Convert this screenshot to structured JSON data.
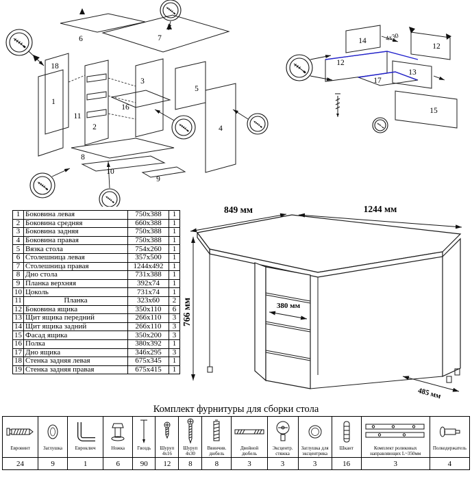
{
  "parts_table": {
    "rows": [
      {
        "num": "1",
        "name": "Боковина левая",
        "size": "750x388",
        "qty": "1"
      },
      {
        "num": "2",
        "name": "Боковина средняя",
        "size": "660x388",
        "qty": "1"
      },
      {
        "num": "3",
        "name": "Боковина задняя",
        "size": "750x388",
        "qty": "1"
      },
      {
        "num": "4",
        "name": "Боковина правая",
        "size": "750x388",
        "qty": "1"
      },
      {
        "num": "5",
        "name": "Вязка стола",
        "size": "754x260",
        "qty": "1"
      },
      {
        "num": "6",
        "name": "Столешница левая",
        "size": "357x500",
        "qty": "1"
      },
      {
        "num": "7",
        "name": "Столешница правая",
        "size": "1244x492",
        "qty": "1"
      },
      {
        "num": "8",
        "name": "Дно стола",
        "size": "731x388",
        "qty": "1"
      },
      {
        "num": "9",
        "name": "Планка верхняя",
        "size": "392x74",
        "qty": "1"
      },
      {
        "num": "10",
        "name": "Цоколь",
        "size": "731x74",
        "qty": "1"
      },
      {
        "num": "11",
        "name": "Планка",
        "size": "323x60",
        "qty": "2"
      },
      {
        "num": "12",
        "name": "Боковина ящика",
        "size": "350x110",
        "qty": "6"
      },
      {
        "num": "13",
        "name": "Щит ящика передний",
        "size": "266x110",
        "qty": "3"
      },
      {
        "num": "14",
        "name": "Щит ящика задний",
        "size": "266x110",
        "qty": "3"
      },
      {
        "num": "15",
        "name": "Фасад ящика",
        "size": "350x200",
        "qty": "3"
      },
      {
        "num": "16",
        "name": "Полка",
        "size": "380x392",
        "qty": "1"
      },
      {
        "num": "17",
        "name": "Дно ящика",
        "size": "346x295",
        "qty": "3"
      },
      {
        "num": "18",
        "name": "Стенка задняя левая",
        "size": "675x345",
        "qty": "1"
      },
      {
        "num": "19",
        "name": "Стенка задняя правая",
        "size": "675x415",
        "qty": "1"
      }
    ]
  },
  "desk_dimensions": {
    "left_width": "849 мм",
    "right_width": "1244 мм",
    "niche_width": "380 мм",
    "height": "766 мм",
    "depth": "485 мм"
  },
  "exploded_main": {
    "labels": [
      "6",
      "7",
      "18",
      "1",
      "2",
      "3",
      "16",
      "5",
      "8",
      "10",
      "9",
      "4",
      "11"
    ]
  },
  "exploded_drawer": {
    "labels": [
      "14",
      "12",
      "12",
      "13",
      "17",
      "15"
    ],
    "screw_note": "4x30"
  },
  "hardware": {
    "title": "Комплект фурнитуры для сборки стола",
    "items": [
      {
        "label": "Евровинт",
        "qty": "24"
      },
      {
        "label": "Заглушка",
        "qty": "9"
      },
      {
        "label": "Евроключ",
        "qty": "1"
      },
      {
        "label": "Ножка",
        "qty": "6"
      },
      {
        "label": "Гвоздь",
        "qty": "90"
      },
      {
        "label": "Шуруп 4x16",
        "qty": "12"
      },
      {
        "label": "Шуруп 4x30",
        "qty": "8"
      },
      {
        "label": "Ввинчив. дюбель",
        "qty": "8"
      },
      {
        "label": "Двойной дюбель",
        "qty": "3"
      },
      {
        "label": "Эксцентр. стяжка",
        "qty": "3"
      },
      {
        "label": "Заглушка для эксцентрика",
        "qty": "3"
      },
      {
        "label": "Шкант",
        "qty": "16"
      },
      {
        "label": "Комплект роликовых направляющих L~350мм",
        "qty": "3"
      },
      {
        "label": "Полкодержатель",
        "qty": "4"
      }
    ]
  }
}
